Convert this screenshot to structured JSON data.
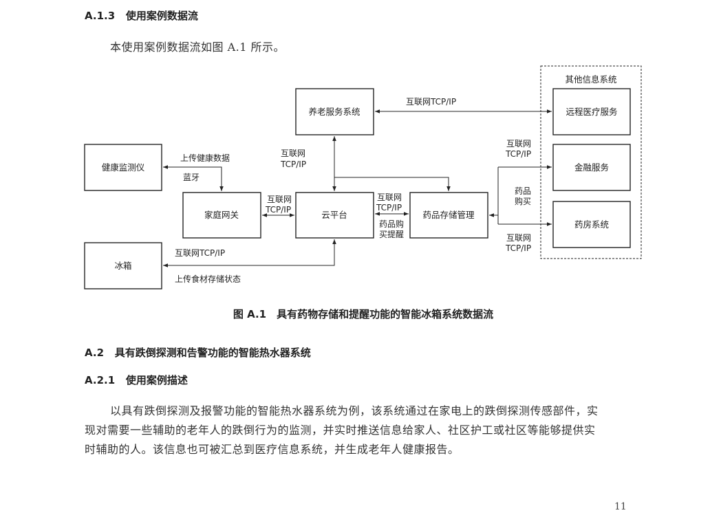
{
  "section_a13": {
    "number": "A.1.3",
    "title": "使用案例数据流"
  },
  "intro": "本使用案例数据流如图 A.1 所示。",
  "diagram": {
    "boxes": {
      "elderly_service": "养老服务系统",
      "health_monitor": "健康监测仪",
      "home_gateway": "家庭网关",
      "cloud": "云平台",
      "medicine_storage": "药品存储管理",
      "fridge": "冰箱",
      "telemedicine": "远程医疗服务",
      "finance": "金融服务",
      "pharmacy": "药房系统"
    },
    "group_label": "其他信息系统",
    "labels": {
      "elderly_to_tele": "互联网TCP/IP",
      "cloud_elderly_1": "互联网",
      "cloud_elderly_2": "TCP/IP",
      "upload_health": "上传健康数据",
      "bluetooth": "蓝牙",
      "gw_cloud_1": "互联网",
      "gw_cloud_2": "TCP/IP",
      "cloud_med_1": "互联网",
      "cloud_med_2": "TCP/IP",
      "purchase_remind_1": "药品购",
      "purchase_remind_2": "买提醒",
      "finance_1": "互联网",
      "finance_2": "TCP/IP",
      "purchase_1": "药品",
      "purchase_2": "购买",
      "pharmacy_1": "互联网",
      "pharmacy_2": "TCP/IP",
      "fridge_net": "互联网TCP/IP",
      "fridge_upload": "上传食材存储状态"
    }
  },
  "caption": "图 A.1　具有药物存储和提醒功能的智能冰箱系统数据流",
  "section_a2": {
    "number": "A.2",
    "title": "具有跌倒探测和告警功能的智能热水器系统"
  },
  "section_a21": {
    "number": "A.2.1",
    "title": "使用案例描述"
  },
  "paragraph": [
    "以具有跌倒探测及报警功能的智能热水器系统为例，该系统通过在家电上的跌倒探测传感部件，实",
    "现对需要一些辅助的老年人的跌倒行为的监测，并实时推送信息给家人、社区护工或社区等能够提供实",
    "时辅助的人。该信息也可被汇总到医疗信息系统，并生成老年人健康报告。"
  ],
  "page_number": "11"
}
